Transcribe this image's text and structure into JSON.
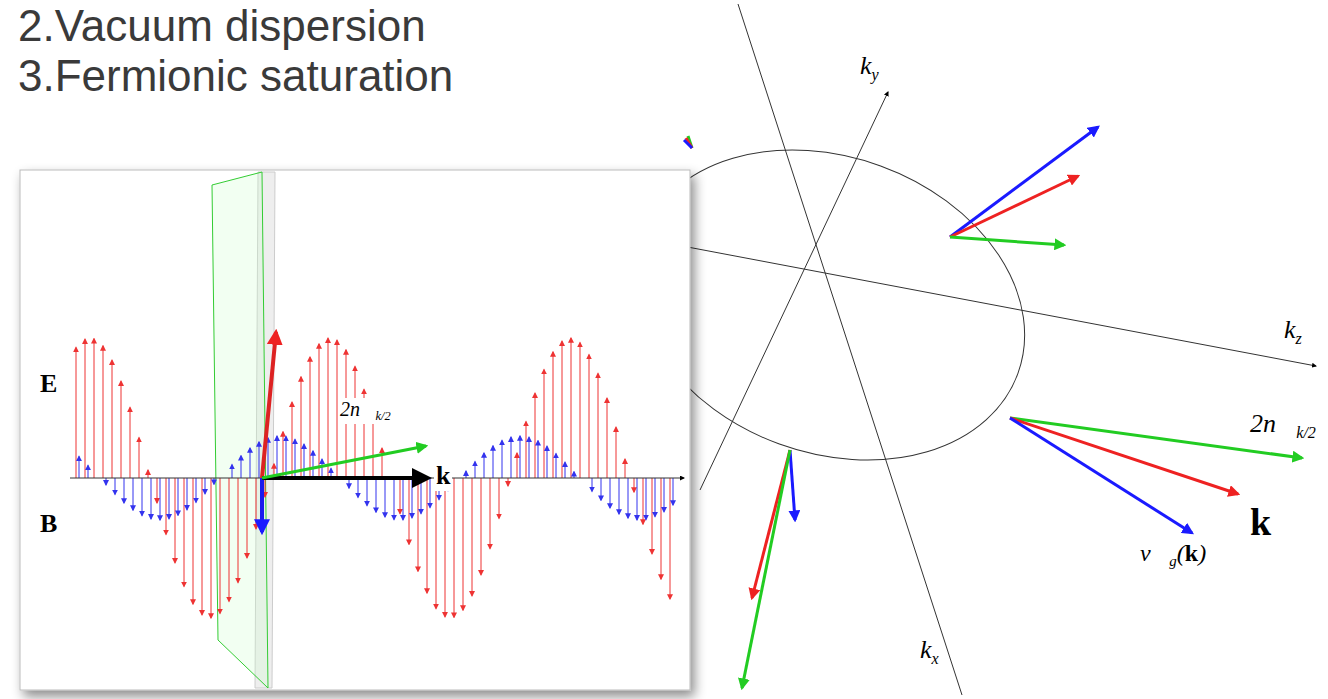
{
  "diagram": {
    "labels": [
      "2.Vacuum dispersion",
      "3.Fermionic saturation",
      "ky",
      "kz",
      "kx",
      "2n⃗k/2",
      "k",
      "v⃗g(k)",
      "E",
      "B",
      "2n⃗k/2",
      "k"
    ]
  }
}
